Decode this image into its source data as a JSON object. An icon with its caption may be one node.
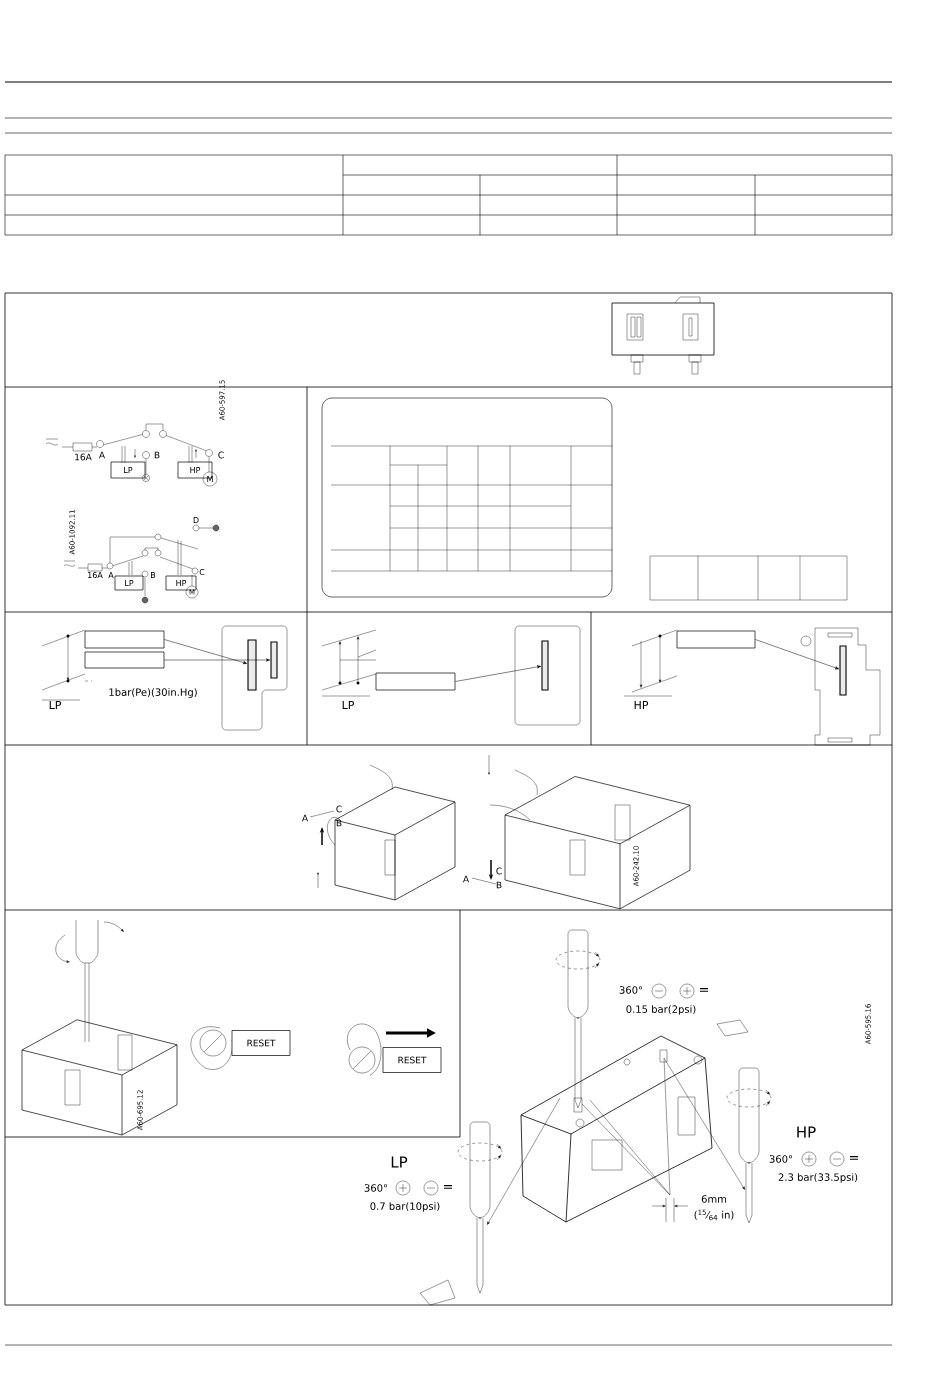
{
  "diagram": {
    "nodes": [
      {
        "text": [],
        "shape": "box"
      },
      {
        "text": [],
        "shape": "box"
      },
      {
        "text": [],
        "shape": "bar"
      },
      {
        "text": [],
        "shape": "bar"
      },
      {
        "text": [],
        "shape": "box"
      },
      {
        "text": [],
        "shape": "bar"
      },
      {
        "text": [],
        "shape": "box"
      },
      {
        "text": [],
        "shape": "bar"
      }
    ],
    "edges": [
      {
        "from": 0,
        "to": 2,
        "arrow": "to"
      },
      {
        "from": 1,
        "to": 3,
        "arrow": "to"
      },
      {
        "from": 4,
        "to": 5,
        "arrow": "to"
      },
      {
        "from": 6,
        "to": 7,
        "arrow": "to"
      }
    ],
    "labels": [
      "16A",
      "A",
      "B",
      "C",
      "LP",
      "HP",
      "M",
      "A60-597.15",
      "A60-1092.11",
      "D",
      "16A",
      "A",
      "B",
      "C",
      "LP",
      "HP",
      "M",
      "LP",
      "1bar(Pe)(30in.Hg)",
      "LP",
      "HP",
      "A",
      "C",
      "B",
      "A",
      "C",
      "B",
      "A60-242.10",
      "RESET",
      "RESET",
      "A60-695.12",
      "360°",
      "=",
      "0.15 bar(2psi)",
      "A60-595.16",
      "HP",
      "360°",
      "=",
      "2.3 bar(33.5psi)",
      "LP",
      "360°",
      "=",
      "0.7 bar(10psi)",
      "6mm",
      "($^{15}$⁄$_{64}$ in)"
    ]
  }
}
